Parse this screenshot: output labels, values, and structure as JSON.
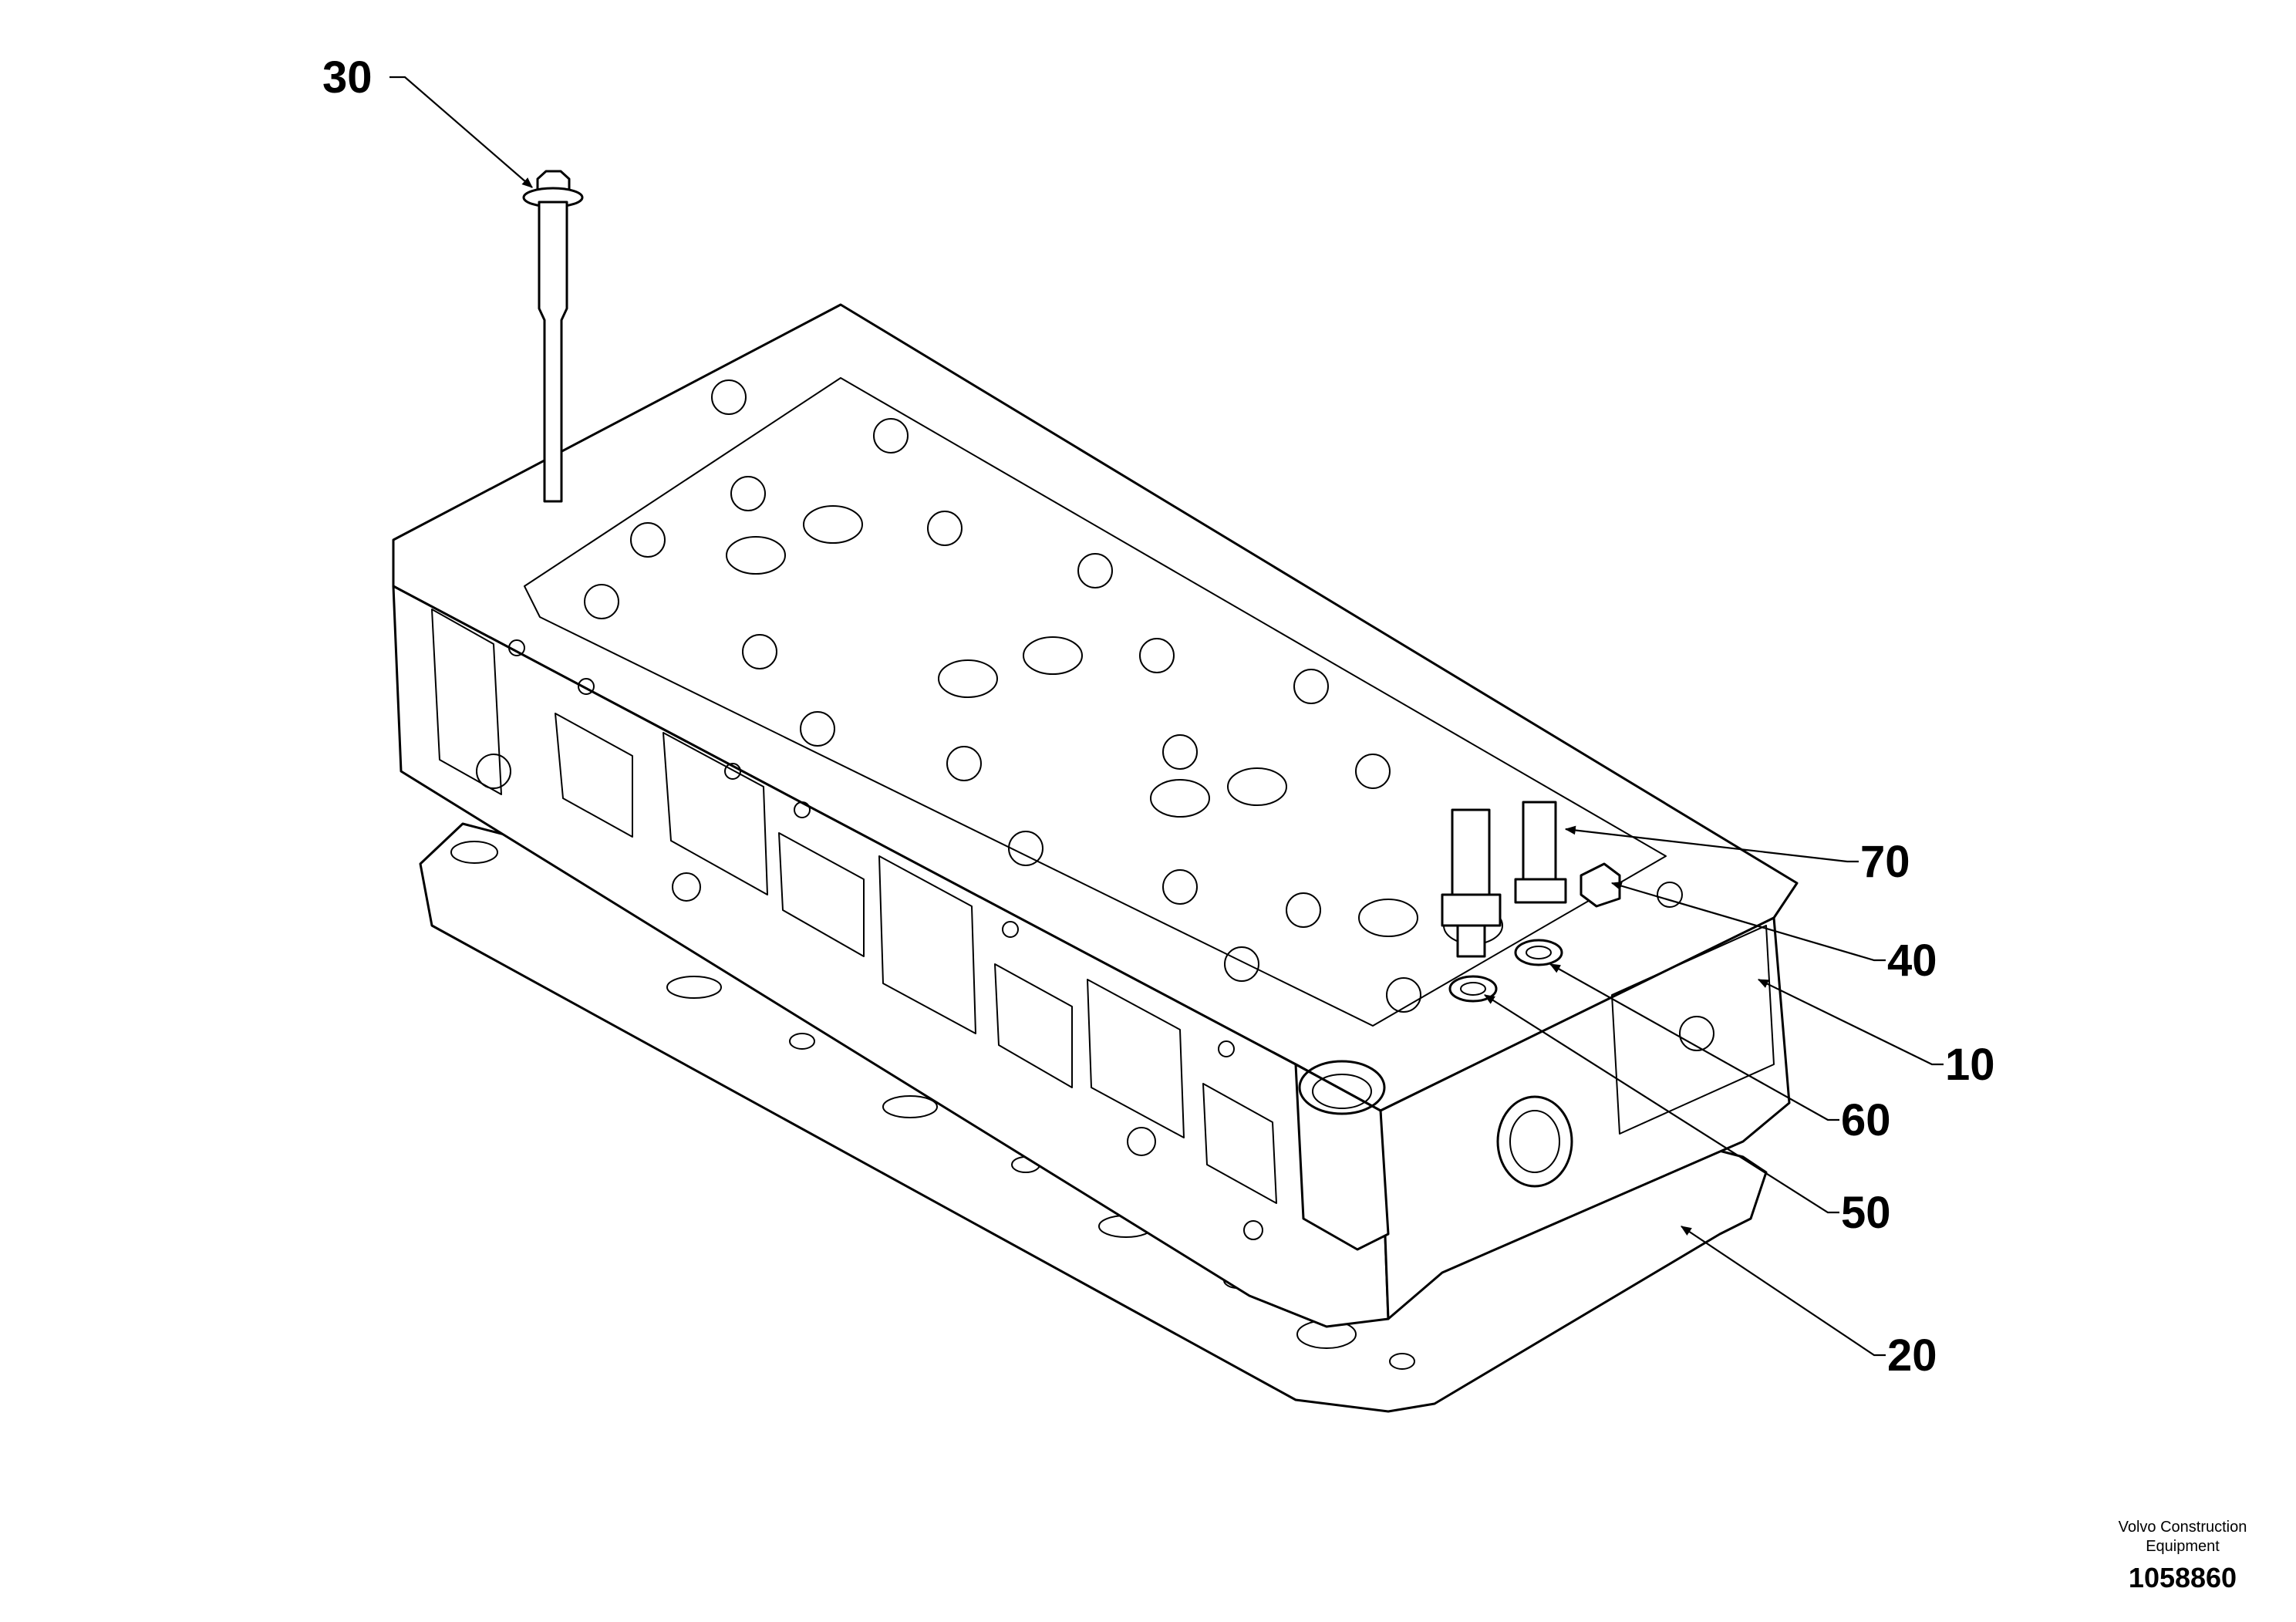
{
  "figure": {
    "callouts": [
      {
        "id": "c30",
        "label": "30",
        "part": "cylinder head bolt"
      },
      {
        "id": "c70",
        "label": "70",
        "part": "sensor"
      },
      {
        "id": "c40",
        "label": "40",
        "part": "screw"
      },
      {
        "id": "c10",
        "label": "10",
        "part": "cylinder head"
      },
      {
        "id": "c60",
        "label": "60",
        "part": "sealing ring"
      },
      {
        "id": "c50",
        "label": "50",
        "part": "sealing ring"
      },
      {
        "id": "c20",
        "label": "20",
        "part": "cylinder head gasket"
      }
    ]
  },
  "footer": {
    "company": "Volvo Construction Equipment",
    "drawing_number": "1058860"
  }
}
